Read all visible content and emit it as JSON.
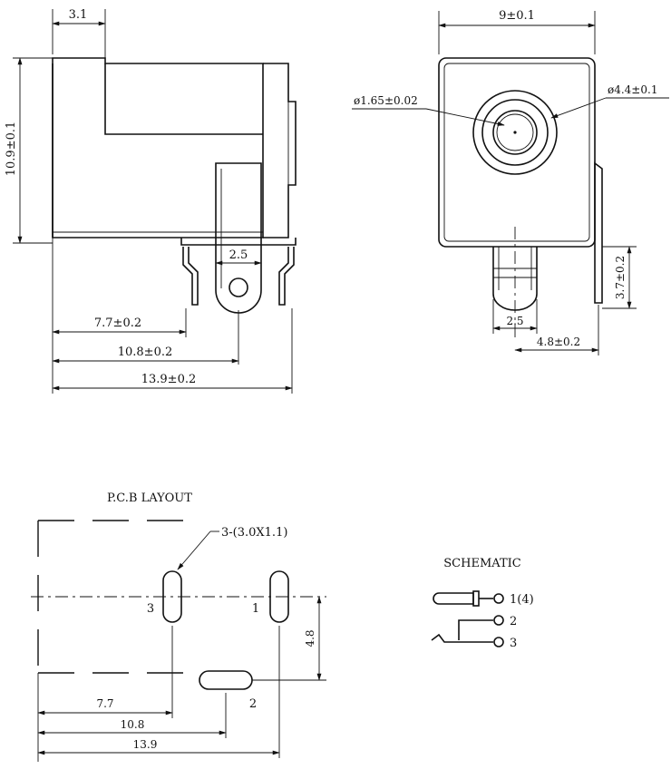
{
  "side_view": {
    "dim_top": "3.1",
    "dim_height": "10.9±0.1",
    "dim_pin_gap": "2.5",
    "dim_a": "7.7±0.2",
    "dim_b": "10.8±0.2",
    "dim_c": "13.9±0.2"
  },
  "front_view": {
    "dim_width": "9±0.1",
    "dim_inner": "ø1.65±0.02",
    "dim_outer": "ø4.4±0.1",
    "dim_pin_height": "3.7±0.2",
    "dim_pin_gap": "2.5",
    "dim_offset": "4.8±0.2"
  },
  "pcb_layout": {
    "title": "P.C.B LAYOUT",
    "pad_note": "3-(3.0X1.1)",
    "pad_3": "3",
    "pad_1": "1",
    "pad_2": "2",
    "dim_vertical": "4.8",
    "dim_a": "7.7",
    "dim_b": "10.8",
    "dim_c": "13.9"
  },
  "schematic": {
    "title": "SCHEMATIC",
    "pin_1": "1(4)",
    "pin_2": "2",
    "pin_3": "3"
  }
}
